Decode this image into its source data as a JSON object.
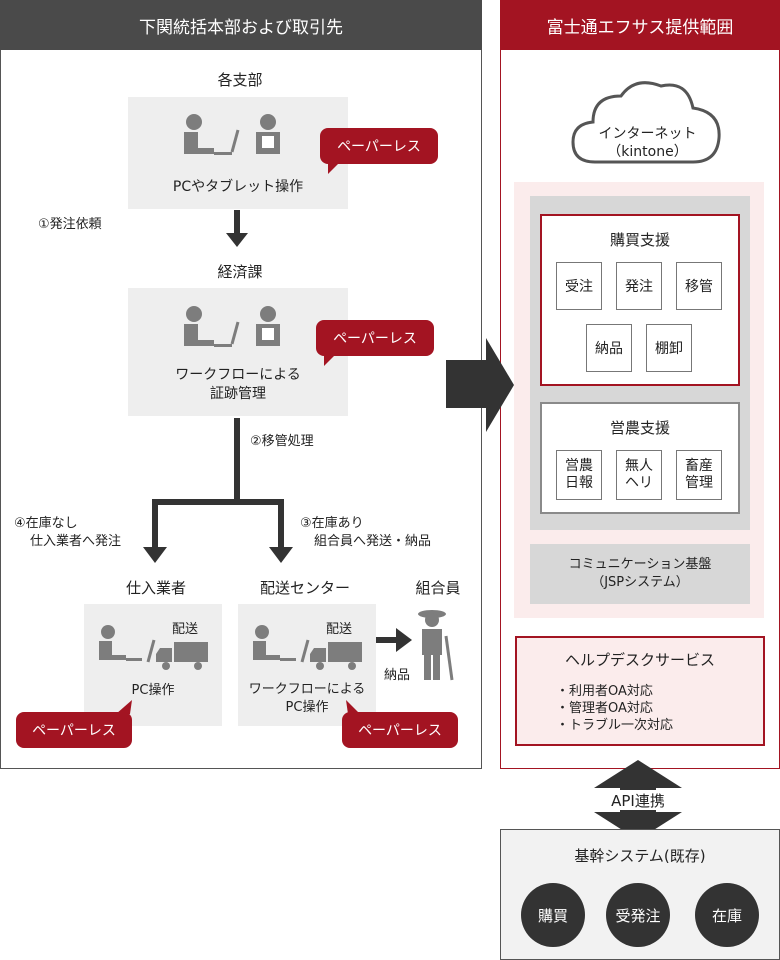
{
  "left": {
    "header": "下関統括本部および取引先",
    "branch": {
      "title": "各支部",
      "caption": "PCやタブレット操作"
    },
    "step1": "①発注依頼",
    "economics": {
      "title": "経済課",
      "caption1": "ワークフローによる",
      "caption2": "証跡管理"
    },
    "step2": "②移管処理",
    "step4": {
      "line1": "④在庫なし",
      "line2": "仕入業者へ発注"
    },
    "step3": {
      "line1": "③在庫あり",
      "line2": "組合員へ発送・納品"
    },
    "supplier": {
      "title": "仕入業者",
      "delivery": "配送",
      "caption": "PC操作"
    },
    "center": {
      "title": "配送センター",
      "delivery": "配送",
      "caption1": "ワークフローによる",
      "caption2": "PC操作"
    },
    "member": {
      "title": "組合員",
      "deliver": "納品"
    },
    "paperless": "ペーパーレス"
  },
  "right": {
    "header": "富士通エフサス提供範囲",
    "cloud": {
      "line1": "インターネット",
      "line2": "（kintone）"
    },
    "purchase": {
      "title": "購買支援",
      "items": [
        "受注",
        "発注",
        "移管",
        "納品",
        "棚卸"
      ]
    },
    "agri": {
      "title": "営農支援",
      "items": [
        [
          "営農",
          "日報"
        ],
        [
          "無人",
          "ヘリ"
        ],
        [
          "畜産",
          "管理"
        ]
      ]
    },
    "comm": {
      "line1": "コミュニケーション基盤",
      "line2": "（JSPシステム）"
    },
    "helpdesk": {
      "title": "ヘルプデスクサービス",
      "items": [
        "・利用者OA対応",
        "・管理者OA対応",
        "・トラブル一次対応"
      ]
    }
  },
  "api": "API連携",
  "core": {
    "title": "基幹システム(既存)",
    "items": [
      "購買",
      "受発注",
      "在庫"
    ]
  },
  "colors": {
    "accent": "#a31422",
    "dark": "#4a4a4a",
    "gray": "#eeeeee"
  }
}
